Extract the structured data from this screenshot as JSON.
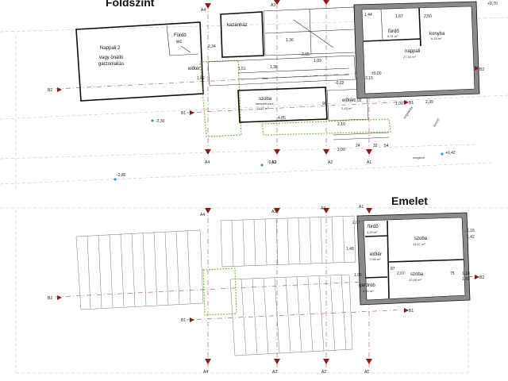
{
  "levels": {
    "ground": "Földszint",
    "upper": "Emelet"
  },
  "rooms_ground": {
    "nappali2_a": "Nappali 2",
    "nappali2_b": "vagy önálló",
    "nappali2_c": "garzonlakás",
    "furdo_wc_a": "Fürdő",
    "furdo_wc_b": "wc",
    "kazanhaz": "kazánház",
    "eloter_left": "előtér",
    "kozl": "közl.",
    "szoba": "szoba",
    "szoba_floor": "laminált park.",
    "szoba_area": "12,77 m²",
    "eloter_mid": "előtér",
    "eloter_mid_area": "2,53 m²",
    "furdo": "fürdő",
    "furdo_area": "5,31 m²",
    "konyha": "konyha",
    "konyha_area": "6,15 m²",
    "nappali": "nappali",
    "nappali_area": "27,34 m²"
  },
  "rooms_upper": {
    "furdo": "fürdő",
    "furdo_area": "3,29 m²",
    "eloter": "előtér",
    "eloter_area": "2,65 m²",
    "gardrob": "gardrób",
    "gardrob_area": "3,50 m²",
    "szoba1": "szoba",
    "szoba1_area": "14,67 m²",
    "szoba2": "szoba",
    "szoba2_area": "10,59 m²"
  },
  "axes": {
    "a4": "A4",
    "a3": "A3",
    "a2": "A2",
    "a1": "A1",
    "b1": "B1",
    "b2": "B2"
  },
  "levels_marks": {
    "m230": "-2,30",
    "m280": "-2,80",
    "m063": "-0,63",
    "p042": "+0,42",
    "p070": "+0,70",
    "z000": "±0,00",
    "m002a": "-0,02",
    "m002b": "-0,02"
  },
  "dims": {
    "d1": "2,34",
    "d2": "1,36",
    "d3": "2,05",
    "d4": "1,09",
    "d5": "1,51",
    "d6": "1,38",
    "d7": "1,62",
    "d8": "90",
    "d9": "2,10",
    "d10": "4,85",
    "d11": "2,00",
    "d12": "3,15",
    "d13": "1,44",
    "d14": "2,50",
    "d15": "1,67",
    "d16": "2,07",
    "d17": "1,16",
    "d18": "1,42",
    "d19": "1,18",
    "d20": "1,92",
    "d21": "1,48",
    "d22": "87",
    "d23": "2,07",
    "d24": "1,05",
    "d25": "75",
    "d26": "24",
    "d27": "32",
    "d28": "54",
    "d29": "2,39",
    "d30": "1,00"
  },
  "notes": {
    "lepcso": "lépcső",
    "szigeteles": "szigetelés",
    "meglevo": "meglévő"
  }
}
